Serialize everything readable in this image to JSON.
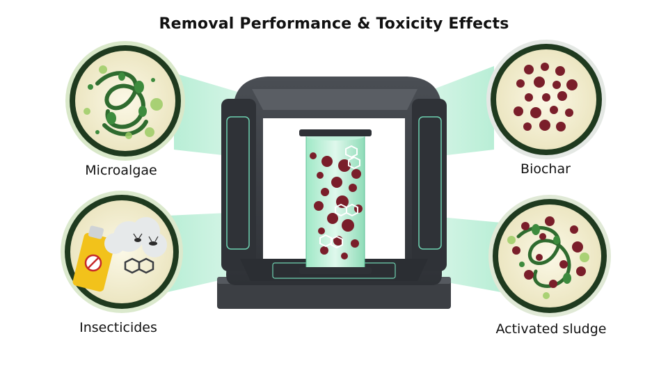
{
  "title": "Removal Performance & Toxicity Effects",
  "labels": {
    "microalgae": "Microalgae",
    "insecticides": "Insecticides",
    "biochar": "Biochar",
    "activated_sludge": "Activated sludge"
  },
  "colors": {
    "ring_dark": "#1f3a1f",
    "disc_fill": "#f7f3dc",
    "algae_green": "#3d8b3d",
    "biochar_red": "#7a1e2a",
    "beam_green": "#7fe0b4",
    "device_dark": "#3a3d42",
    "spray_yellow": "#f2c21b"
  },
  "icons": [
    "spray-can-icon",
    "fly-icon",
    "molecule-icon",
    "algae-filament-icon",
    "biochar-particle-icon"
  ]
}
